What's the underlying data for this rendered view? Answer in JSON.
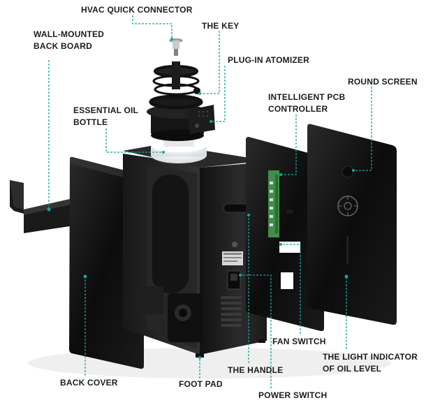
{
  "labels": {
    "hvac_quick_connector": "HVAC QUICK CONNECTOR",
    "the_key": "THE KEY",
    "plug_in_atomizer": "PLUG-IN ATOMIZER",
    "wall_mounted_back_board_l1": "WALL-MOUNTED",
    "wall_mounted_back_board_l2": "BACK BOARD",
    "round_screen": "ROUND SCREEN",
    "intelligent_pcb_controller_l1": "INTELLIGENT PCB",
    "intelligent_pcb_controller_l2": "CONTROLLER",
    "essential_oil_bottle_l1": "ESSENTIAL OIL",
    "essential_oil_bottle_l2": "BOTTLE",
    "fan_switch": "FAN SWITCH",
    "the_light_indicator_l1": "THE LIGHT INDICATOR",
    "the_light_indicator_l2": "OF OIL LEVEL",
    "back_cover": "BACK COVER",
    "the_handle": "THE HANDLE",
    "foot_pad": "FOOT PAD",
    "power_switch": "POWER SWITCH"
  },
  "colors": {
    "leader_line": "#1aa39a",
    "body_black": "#1b1b1b",
    "panel_black": "#0d0d0d",
    "pcb_green": "#3f8f4a",
    "label_text": "#1c1c1c"
  }
}
